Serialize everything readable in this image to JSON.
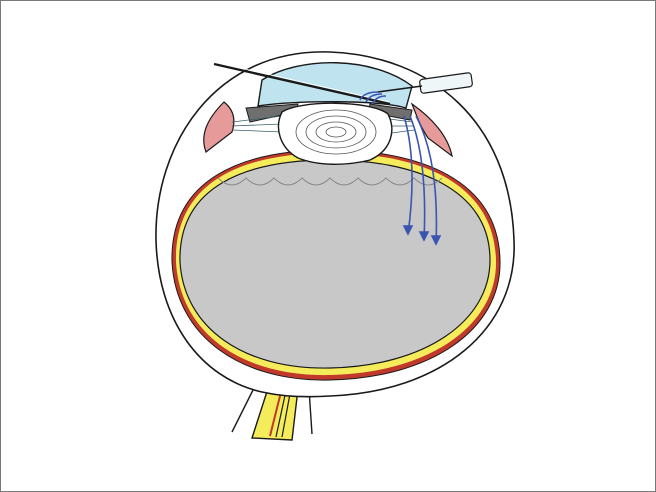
{
  "figure": {
    "kind": "eye-cross-section",
    "colors": {
      "outline": "#1a1a1a",
      "vitreous": "#c8c8c8",
      "anterior_chamber": "#bfe3ef",
      "lens": "#ffffff",
      "iris": "#6f6f6f",
      "ciliary_body": "#e79a9a",
      "retina_yellow": "#f4ec5a",
      "choroid_red": "#c0392b",
      "flow_arrows": "#3a55b0"
    },
    "parts": [
      "sclera",
      "choroid",
      "retina",
      "vitreous",
      "lens",
      "iris",
      "ciliary-body",
      "anterior-chamber",
      "optic-nerve",
      "cannula",
      "needle",
      "flow-arrows"
    ]
  }
}
